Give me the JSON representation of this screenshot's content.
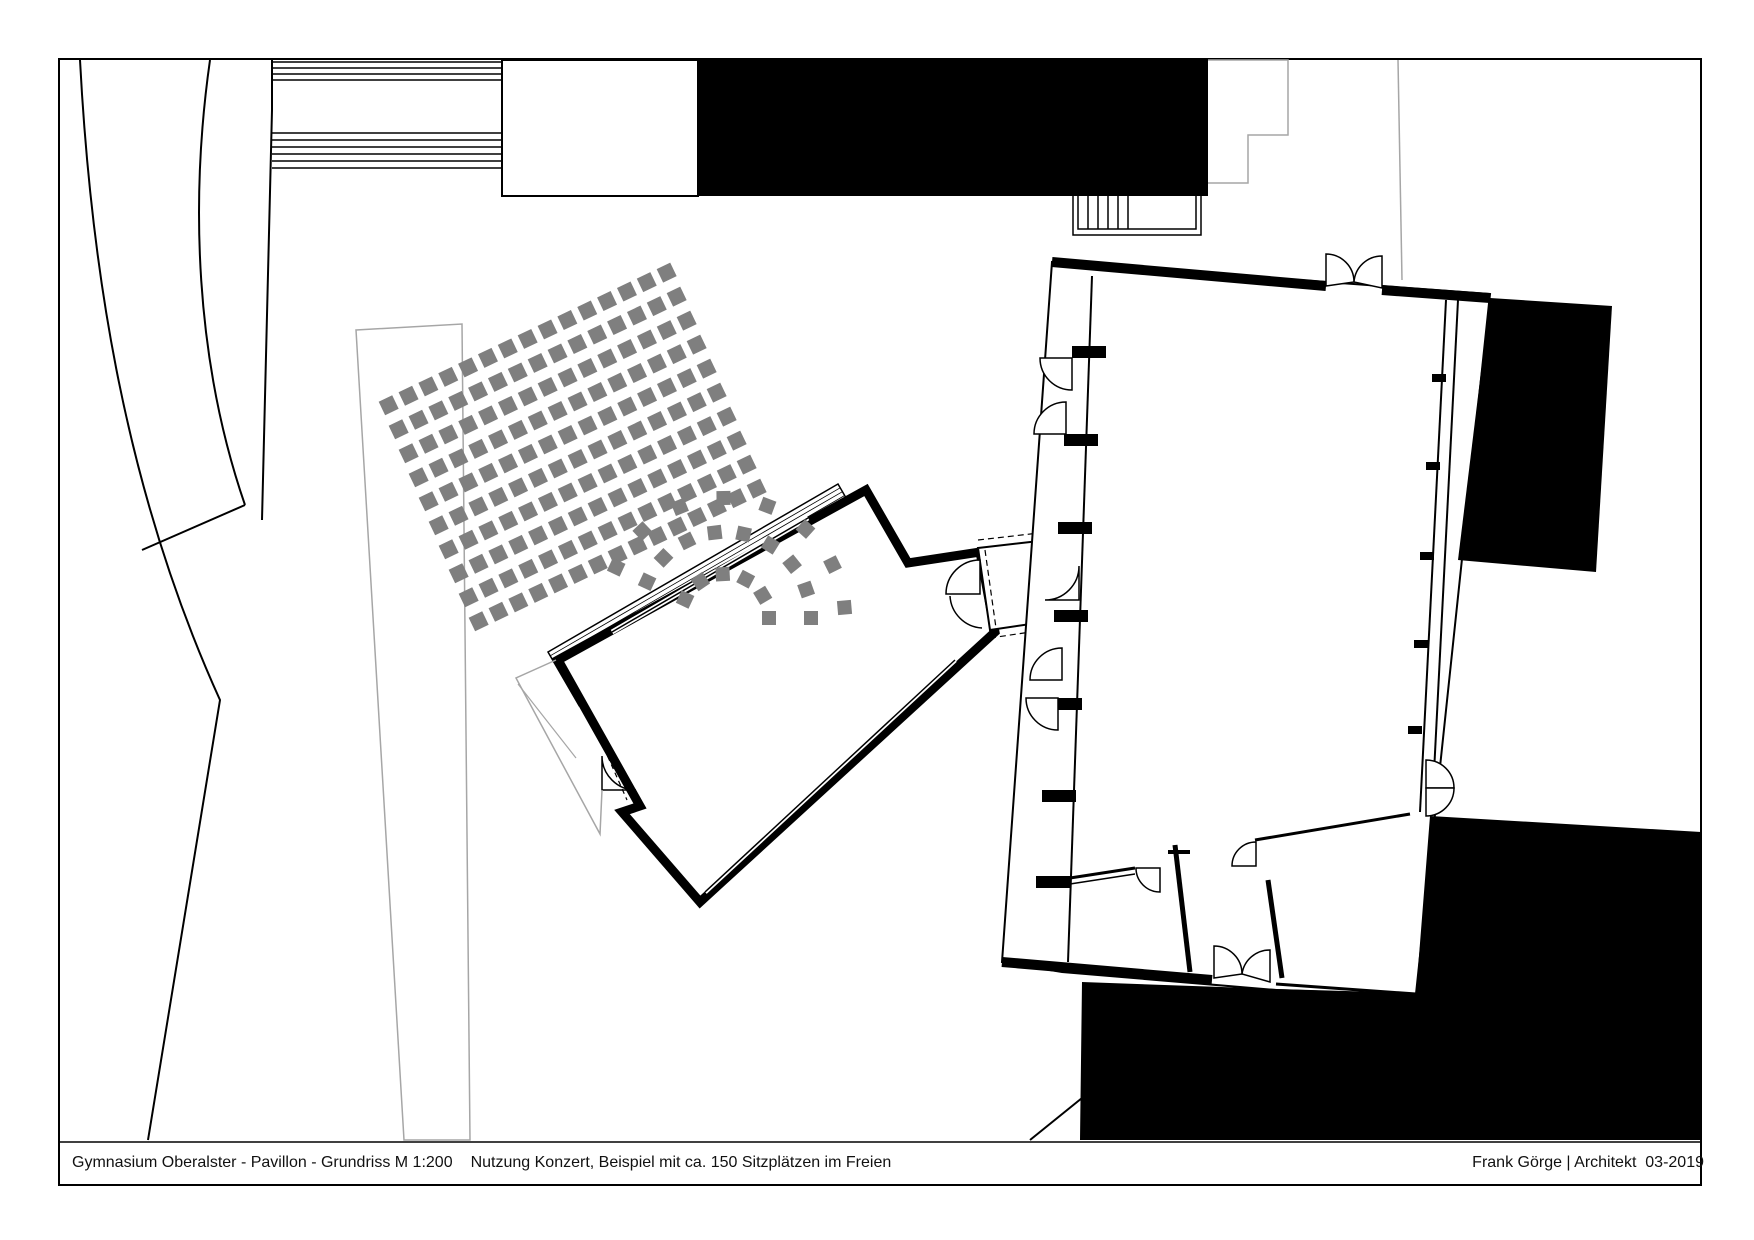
{
  "title_block": {
    "project": "Gymnasium Oberalster - Pavillon",
    "drawing": "- Grundriss M 1:200",
    "usage": "Nutzung Konzert, Beispiel mit ca. 150 Sitzplätzen im Freien",
    "architect": "Frank Görge | Architekt",
    "date": "03-2019"
  },
  "colors": {
    "ink": "#000000",
    "seat": "#7f7f7f",
    "light_line": "#a6a6a6",
    "paper": "#ffffff"
  },
  "seating": {
    "outdoor_rows": 10,
    "outdoor_seats_per_row": 15,
    "pavilion_rings": [
      6,
      9,
      8
    ]
  }
}
